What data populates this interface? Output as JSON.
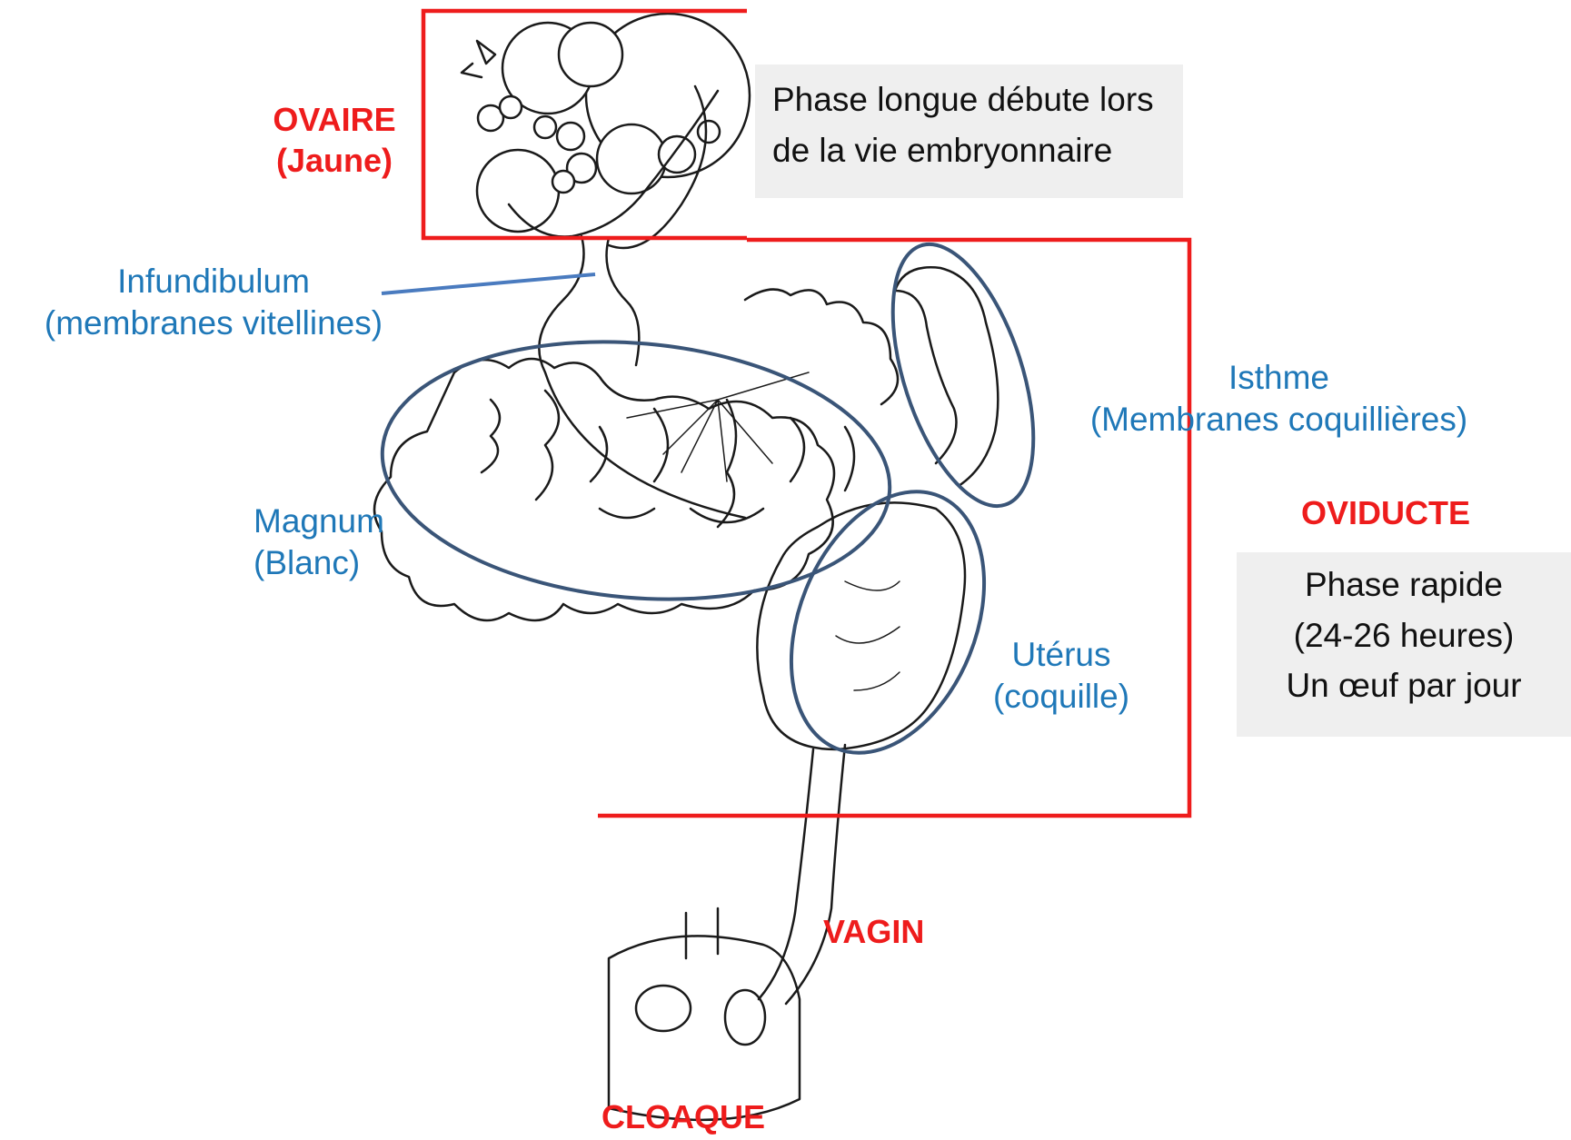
{
  "labels": {
    "ovaire": {
      "line1": "OVAIRE",
      "line2": "(Jaune)"
    },
    "infundibulum": {
      "line1": "Infundibulum",
      "line2": "(membranes vitellines)"
    },
    "isthme": {
      "line1": "Isthme",
      "line2": "(Membranes coquillières)"
    },
    "oviducte": "OVIDUCTE",
    "magnum": {
      "line1": "Magnum",
      "line2": "(Blanc)"
    },
    "uterus": {
      "line1": "Utérus",
      "line2": "(coquille)"
    },
    "vagin": "VAGIN",
    "cloaque": "CLOAQUE"
  },
  "boxes": {
    "phase_longue": {
      "line1": "Phase longue débute lors",
      "line2": "de la vie embryonnaire"
    },
    "phase_rapide": {
      "line1": "Phase rapide",
      "line2": "(24-26 heures)",
      "line3": "Un œuf par jour"
    }
  },
  "colors": {
    "region_frame": "#ee1c1c",
    "segment_ring": "#3a5578",
    "pointer_line": "#4a7bbf",
    "organ_line": "#1a1a1a",
    "label_blue": "#1f78b8"
  }
}
